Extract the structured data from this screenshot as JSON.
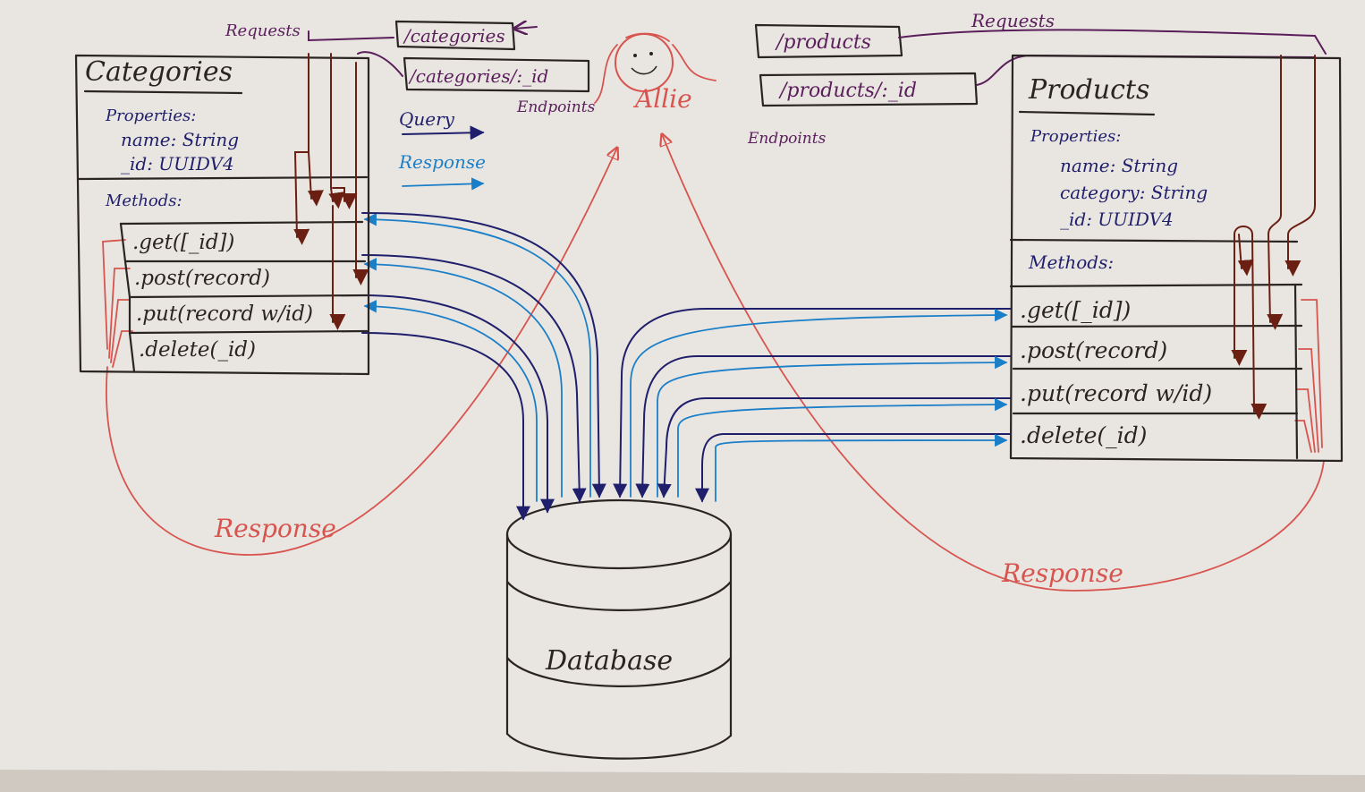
{
  "colors": {
    "paper": "#e9e6e2",
    "ink": "#2a2422",
    "request_arrow": "#6b1f12",
    "response_arc": "#d8544e",
    "query_arrow": "#1f1f6b",
    "db_response_arrow": "#1b7fc8",
    "endpoint_label": "#5a1e5a"
  },
  "user": {
    "label": "Allie"
  },
  "legend": {
    "query_label": "Query",
    "response_label": "Response"
  },
  "categories_side": {
    "requests_label": "Requests",
    "endpoints_label": "Endpoints",
    "endpoints": [
      "/categories",
      "/categories/:_id"
    ],
    "response_label": "Response",
    "model": {
      "title": "Categories",
      "properties_label": "Properties:",
      "properties": [
        "name: String",
        "_id: UUIDV4"
      ],
      "methods_label": "Methods:",
      "methods": [
        ".get([_id])",
        ".post(record)",
        ".put(record w/id)",
        ".delete(_id)"
      ]
    }
  },
  "products_side": {
    "requests_label": "Requests",
    "endpoints_label": "Endpoints",
    "endpoints": [
      "/products",
      "/products/:_id"
    ],
    "response_label": "Response",
    "model": {
      "title": "Products",
      "properties_label": "Properties:",
      "properties": [
        "name: String",
        "category: String",
        "_id: UUIDV4"
      ],
      "methods_label": "Methods:",
      "methods": [
        ".get([_id])",
        ".post(record)",
        ".put(record w/id)",
        ".delete(_id)"
      ]
    }
  },
  "database": {
    "label": "Database"
  }
}
